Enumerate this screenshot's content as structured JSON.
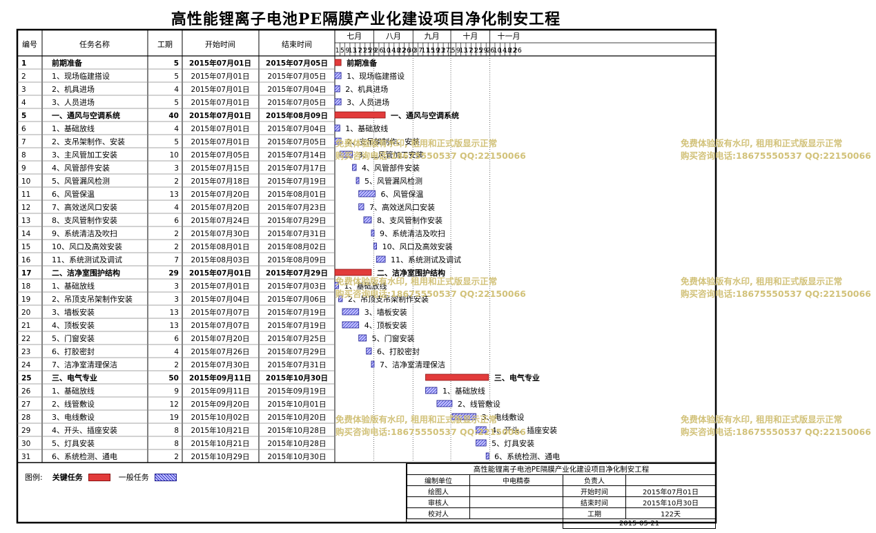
{
  "title": "高性能锂离子电池PE隔膜产业化建设项目净化制安工程",
  "table": {
    "headers": [
      "编号",
      "任务名称",
      "工期",
      "开始时间",
      "结束时间"
    ]
  },
  "timeline": {
    "months": [
      "七月",
      "八月",
      "九月",
      "十月",
      "十一月"
    ],
    "days": [
      "1",
      "5",
      "9",
      "13",
      "17",
      "21",
      "25",
      "29",
      "2",
      "6",
      "10",
      "14",
      "18",
      "22",
      "26",
      "30",
      "3",
      "7",
      "11",
      "15",
      "19",
      "23",
      "27",
      "1",
      "5",
      "9",
      "13",
      "17",
      "21",
      "25",
      "29",
      "2",
      "6",
      "10",
      "14",
      "18",
      "22",
      "26"
    ]
  },
  "chart_data": {
    "type": "gantt",
    "title": "高性能锂离子电池PE隔膜产业化建设项目净化制安工程",
    "start_date": "2015-07-01",
    "tasks": [
      {
        "id": "1",
        "name": "前期准备",
        "label": "前期准备",
        "duration": "5",
        "start": "2015年07月01日",
        "end": "2015年07月05日",
        "s": "2015-07-01",
        "e": "2015-07-05",
        "summary": true,
        "critical": true
      },
      {
        "id": "2",
        "name": "1、现场临建搭设",
        "label": "1、现场临建搭设",
        "duration": "5",
        "start": "2015年07月01日",
        "end": "2015年07月05日",
        "s": "2015-07-01",
        "e": "2015-07-05",
        "summary": false,
        "critical": false
      },
      {
        "id": "3",
        "name": "2、机具进场",
        "label": "2、机具进场",
        "duration": "4",
        "start": "2015年07月01日",
        "end": "2015年07月04日",
        "s": "2015-07-01",
        "e": "2015-07-04",
        "summary": false,
        "critical": false
      },
      {
        "id": "4",
        "name": "3、人员进场",
        "label": "3、人员进场",
        "duration": "5",
        "start": "2015年07月01日",
        "end": "2015年07月05日",
        "s": "2015-07-01",
        "e": "2015-07-05",
        "summary": false,
        "critical": false
      },
      {
        "id": "5",
        "name": "一、通风与空调系统",
        "label": "一、通风与空调系统",
        "duration": "40",
        "start": "2015年07月01日",
        "end": "2015年08月09日",
        "s": "2015-07-01",
        "e": "2015-08-09",
        "summary": true,
        "critical": true
      },
      {
        "id": "6",
        "name": "1、基础放线",
        "label": "1、基础放线",
        "duration": "4",
        "start": "2015年07月01日",
        "end": "2015年07月04日",
        "s": "2015-07-01",
        "e": "2015-07-04",
        "summary": false,
        "critical": false
      },
      {
        "id": "7",
        "name": "2、支吊架制作、安装",
        "label": "2、支吊架制作、安装",
        "duration": "5",
        "start": "2015年07月01日",
        "end": "2015年07月05日",
        "s": "2015-07-01",
        "e": "2015-07-05",
        "summary": false,
        "critical": false
      },
      {
        "id": "8",
        "name": "3、主风管加工安装",
        "label": "3、主风管加工安装",
        "duration": "10",
        "start": "2015年07月05日",
        "end": "2015年07月14日",
        "s": "2015-07-05",
        "e": "2015-07-14",
        "summary": false,
        "critical": false
      },
      {
        "id": "9",
        "name": "4、风管部件安装",
        "label": "4、风管部件安装",
        "duration": "3",
        "start": "2015年07月15日",
        "end": "2015年07月17日",
        "s": "2015-07-15",
        "e": "2015-07-17",
        "summary": false,
        "critical": false
      },
      {
        "id": "10",
        "name": "5、风管漏风检测",
        "label": "5、风管漏风检测",
        "duration": "2",
        "start": "2015年07月18日",
        "end": "2015年07月19日",
        "s": "2015-07-18",
        "e": "2015-07-19",
        "summary": false,
        "critical": false
      },
      {
        "id": "11",
        "name": "6、风管保温",
        "label": "6、风管保温",
        "duration": "13",
        "start": "2015年07月20日",
        "end": "2015年08月01日",
        "s": "2015-07-20",
        "e": "2015-08-01",
        "summary": false,
        "critical": false
      },
      {
        "id": "12",
        "name": "7、高效送风口安装",
        "label": "7、高效送风口安装",
        "duration": "4",
        "start": "2015年07月20日",
        "end": "2015年07月23日",
        "s": "2015-07-20",
        "e": "2015-07-23",
        "summary": false,
        "critical": false
      },
      {
        "id": "13",
        "name": "8、支风管制作安装",
        "label": "8、支风管制作安装",
        "duration": "6",
        "start": "2015年07月24日",
        "end": "2015年07月29日",
        "s": "2015-07-24",
        "e": "2015-07-29",
        "summary": false,
        "critical": false
      },
      {
        "id": "14",
        "name": "9、系统清洁及吹扫",
        "label": "9、系统清洁及吹扫",
        "duration": "2",
        "start": "2015年07月30日",
        "end": "2015年07月31日",
        "s": "2015-07-30",
        "e": "2015-07-31",
        "summary": false,
        "critical": false
      },
      {
        "id": "15",
        "name": "10、风口及高效安装",
        "label": "10、风口及高效安装",
        "duration": "2",
        "start": "2015年08月01日",
        "end": "2015年08月02日",
        "s": "2015-08-01",
        "e": "2015-08-02",
        "summary": false,
        "critical": false
      },
      {
        "id": "16",
        "name": "11、系统测试及调试",
        "label": "11、系统测试及调试",
        "duration": "7",
        "start": "2015年08月03日",
        "end": "2015年08月09日",
        "s": "2015-08-03",
        "e": "2015-08-09",
        "summary": false,
        "critical": false
      },
      {
        "id": "17",
        "name": "二、洁净室围护结构",
        "label": "二、洁净室围护结构",
        "duration": "29",
        "start": "2015年07月01日",
        "end": "2015年07月29日",
        "s": "2015-07-01",
        "e": "2015-07-29",
        "summary": true,
        "critical": true
      },
      {
        "id": "18",
        "name": "1、基础放线",
        "label": "1、基础放线",
        "duration": "3",
        "start": "2015年07月01日",
        "end": "2015年07月03日",
        "s": "2015-07-01",
        "e": "2015-07-03",
        "summary": false,
        "critical": false
      },
      {
        "id": "19",
        "name": "2、吊顶支吊架制作安装",
        "label": "2、吊顶支吊架制作安装",
        "duration": "3",
        "start": "2015年07月04日",
        "end": "2015年07月06日",
        "s": "2015-07-04",
        "e": "2015-07-06",
        "summary": false,
        "critical": false
      },
      {
        "id": "20",
        "name": "3、墙板安装",
        "label": "3、墙板安装",
        "duration": "13",
        "start": "2015年07月07日",
        "end": "2015年07月19日",
        "s": "2015-07-07",
        "e": "2015-07-19",
        "summary": false,
        "critical": false
      },
      {
        "id": "21",
        "name": "4、顶板安装",
        "label": "4、顶板安装",
        "duration": "13",
        "start": "2015年07月07日",
        "end": "2015年07月19日",
        "s": "2015-07-07",
        "e": "2015-07-19",
        "summary": false,
        "critical": false
      },
      {
        "id": "22",
        "name": "5、门窗安装",
        "label": "5、门窗安装",
        "duration": "6",
        "start": "2015年07月20日",
        "end": "2015年07月25日",
        "s": "2015-07-20",
        "e": "2015-07-25",
        "summary": false,
        "critical": false
      },
      {
        "id": "23",
        "name": "6、打胶密封",
        "label": "6、打胶密封",
        "duration": "4",
        "start": "2015年07月26日",
        "end": "2015年07月29日",
        "s": "2015-07-26",
        "e": "2015-07-29",
        "summary": false,
        "critical": false
      },
      {
        "id": "24",
        "name": "7、洁净室清理保洁",
        "label": "7、洁净室清理保洁",
        "duration": "2",
        "start": "2015年07月30日",
        "end": "2015年07月31日",
        "s": "2015-07-30",
        "e": "2015-07-31",
        "summary": false,
        "critical": false
      },
      {
        "id": "25",
        "name": "三、电气专业",
        "label": "三、电气专业",
        "duration": "50",
        "start": "2015年09月11日",
        "end": "2015年10月30日",
        "s": "2015-09-11",
        "e": "2015-10-30",
        "summary": true,
        "critical": true
      },
      {
        "id": "26",
        "name": "1、基础放线",
        "label": "1、基础放线",
        "duration": "9",
        "start": "2015年09月11日",
        "end": "2015年09月19日",
        "s": "2015-09-11",
        "e": "2015-09-19",
        "summary": false,
        "critical": false
      },
      {
        "id": "27",
        "name": "2、线管敷设",
        "label": "2、线管敷设",
        "duration": "12",
        "start": "2015年09月20日",
        "end": "2015年10月01日",
        "s": "2015-09-20",
        "e": "2015-10-01",
        "summary": false,
        "critical": false
      },
      {
        "id": "28",
        "name": "3、电线敷设",
        "label": "3、电线敷设",
        "duration": "19",
        "start": "2015年10月02日",
        "end": "2015年10月20日",
        "s": "2015-10-02",
        "e": "2015-10-20",
        "summary": false,
        "critical": false
      },
      {
        "id": "29",
        "name": "4、开头、插座安装",
        "label": "4、开头、插座安装",
        "duration": "8",
        "start": "2015年10月21日",
        "end": "2015年10月28日",
        "s": "2015-10-21",
        "e": "2015-10-28",
        "summary": false,
        "critical": false
      },
      {
        "id": "30",
        "name": "5、灯具安装",
        "label": "5、灯具安装",
        "duration": "8",
        "start": "2015年10月21日",
        "end": "2015年10月28日",
        "s": "2015-10-21",
        "e": "2015-10-28",
        "summary": false,
        "critical": false
      },
      {
        "id": "31",
        "name": "6、系统检测、通电",
        "label": "6、系统检测、通电",
        "duration": "2",
        "start": "2015年10月29日",
        "end": "2015年10月30日",
        "s": "2015-10-29",
        "e": "2015-10-30",
        "summary": false,
        "critical": false
      }
    ]
  },
  "legend": {
    "label": "图例:",
    "critical": "关键任务",
    "normal": "一般任务",
    "critical_color": "#e23b3b",
    "normal_color": "#3030c8"
  },
  "info": {
    "title": "高性能锂离子电池PE隔膜产业化建设项目净化制安工程",
    "org_label": "编制单位",
    "org_value": "中电精泰",
    "owner_label": "负责人",
    "owner_value": "",
    "drafter_label": "绘图人",
    "drafter_value": "",
    "start_label": "开始时间",
    "start_value": "2015年07月01日",
    "reviewer_label": "审核人",
    "reviewer_value": "",
    "end_label": "结束时间",
    "end_value": "2015年10月30日",
    "checker_label": "校对人",
    "checker_value": "",
    "duration_label": "工期",
    "duration_value": "122天",
    "date": "2015-05-21"
  },
  "watermark": {
    "line1": "免费体验版有水印, 租用和正式版显示正常",
    "line2": "购买咨询电话:18675550537 QQ:22150066",
    "color": "#d2c27a"
  }
}
